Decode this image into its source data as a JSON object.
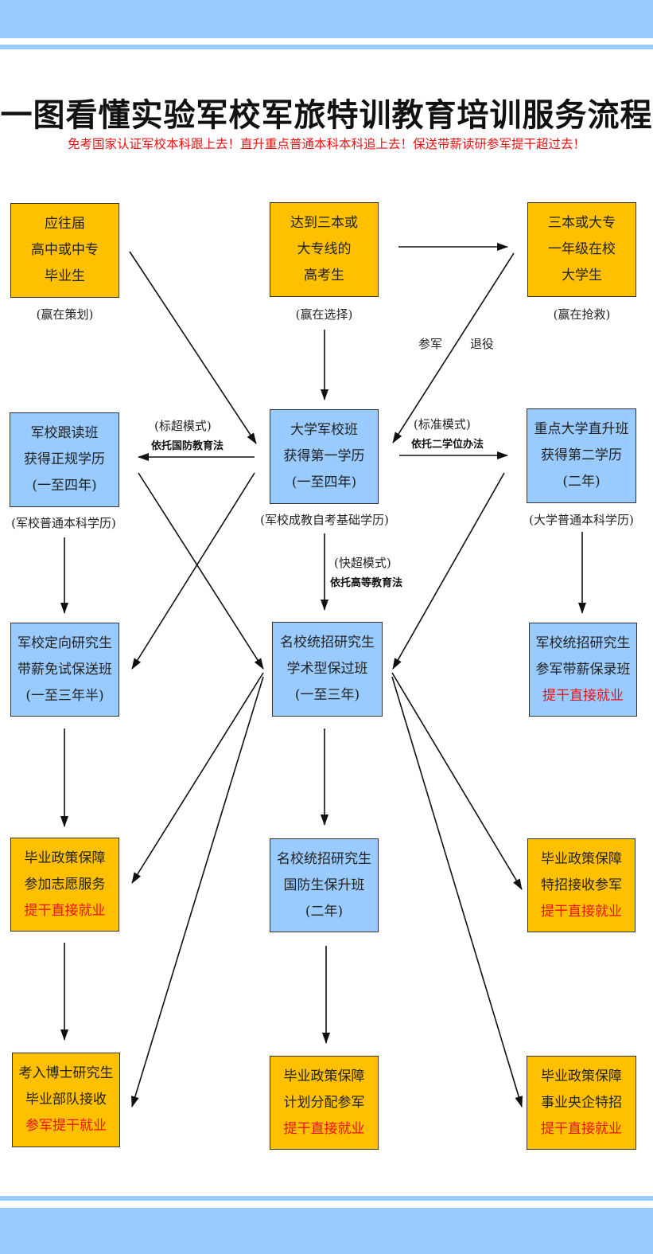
{
  "header": {
    "title": "一图看懂实验军校军旅特训教育培训服务流程",
    "subtitle": "免考国家认证军校本科跟上去！直升重点普通本科本科追上去！保送带薪读研参军提干超过去！"
  },
  "boxes": {
    "b1": {
      "lines": [
        "应往届",
        "高中或中专",
        "毕业生"
      ]
    },
    "b2": {
      "lines": [
        "达到三本或",
        "大专线的",
        "高考生"
      ]
    },
    "b3": {
      "lines": [
        "三本或大专",
        "一年级在校",
        "大学生"
      ]
    },
    "b4": {
      "lines": [
        "军校跟读班",
        "获得正规学历",
        "(一至四年)"
      ]
    },
    "b5": {
      "lines": [
        "大学军校班",
        "获得第一学历",
        "(一至四年)"
      ]
    },
    "b6": {
      "lines": [
        "重点大学直升班",
        "获得第二学历",
        "(二年)"
      ]
    },
    "b7": {
      "lines": [
        "军校定向研究生",
        "带薪免试保送班",
        "(一至三年半)"
      ]
    },
    "b8": {
      "lines": [
        "名校统招研究生",
        "学术型保过班",
        "(一至三年)"
      ]
    },
    "b9": {
      "lines": [
        "军校统招研究生",
        "参军带薪保录班"
      ],
      "highlight": "提干直接就业"
    },
    "b10": {
      "lines": [
        "毕业政策保障",
        "参加志愿服务"
      ],
      "highlight": "提干直接就业"
    },
    "b11": {
      "lines": [
        "名校统招研究生",
        "国防生保升班",
        "(二年)"
      ]
    },
    "b12": {
      "lines": [
        "毕业政策保障",
        "特招接收参军"
      ],
      "highlight": "提干直接就业"
    },
    "b13": {
      "lines": [
        "考入博士研究生",
        "毕业部队接收"
      ],
      "highlight": "参军提干就业"
    },
    "b14": {
      "lines": [
        "毕业政策保障",
        "计划分配参军"
      ],
      "highlight": "提干直接就业"
    },
    "b15": {
      "lines": [
        "毕业政策保障",
        "事业央企特招"
      ],
      "highlight": "提干直接就业"
    }
  },
  "captions": {
    "c1": "(赢在策划)",
    "c2": "(赢在选择)",
    "c3": "(赢在抢救)",
    "c4": "(军校普通本科学历)",
    "c5": "(军校成教自考基础学历)",
    "c6": "(大学普通本科学历)"
  },
  "labels": {
    "enlist": "参军",
    "retire": "退役",
    "mode_left": "(标超模式)",
    "law_left": "依托国防教育法",
    "mode_right": "(标准模式)",
    "law_right": "依托二学位办法",
    "mode_center": "(快超模式)",
    "law_center": "依托高等教育法"
  },
  "colors": {
    "band": "#99cbff",
    "orange_box": "#ffc000",
    "blue_box": "#99cbff",
    "highlight_text": "#ee1111"
  }
}
